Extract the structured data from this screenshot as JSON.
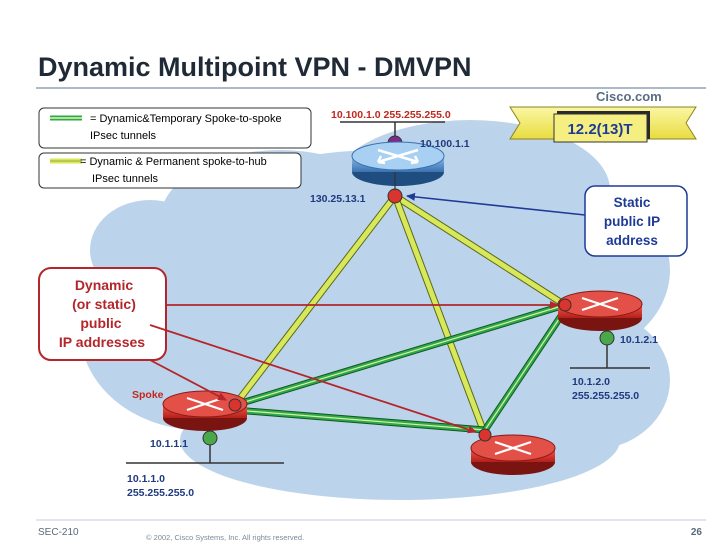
{
  "title": "Dynamic Multipoint VPN - DMVPN",
  "brand": "Cisco.com",
  "version_badge": "12.2(13)T",
  "legend": {
    "spoke_to_spoke_line1": "= Dynamic&Temporary Spoke-to-spoke",
    "spoke_to_spoke_line2": "IPsec tunnels",
    "spoke_to_hub_line1": "= Dynamic & Permanent spoke-to-hub",
    "spoke_to_hub_line2": "IPsec tunnels"
  },
  "hub": {
    "lan_network": "10.100.1.0 255.255.255.0",
    "lan_ip": "10.100.1.1",
    "public_ip": "130.25.13.1"
  },
  "static_callout": [
    "Static",
    "public IP",
    "address"
  ],
  "dynamic_callout": [
    "Dynamic",
    "(or static)",
    "public",
    "IP addresses"
  ],
  "spoke_left": {
    "role": "Spoke",
    "lan_ip": "10.1.1.1",
    "network": "10.1.1.0",
    "mask": "255.255.255.0"
  },
  "spoke_right": {
    "lan_ip": "10.1.2.1",
    "network": "10.1.2.0",
    "mask": "255.255.255.0"
  },
  "footer": {
    "course": "SEC-210",
    "copyright": "© 2002, Cisco Systems, Inc. All rights reserved.",
    "page": "26"
  },
  "colors": {
    "title": "#1f2a36",
    "spoke_to_spoke_tunnel": "#2ea84a",
    "spoke_to_hub_tunnel": "#d8e85a",
    "router_body": "#d9342e",
    "hub_router": "#4a86c5",
    "callout_border": "#b3262b",
    "cloud": "#b9d2ea",
    "version_badge": "#f2ec6c"
  }
}
